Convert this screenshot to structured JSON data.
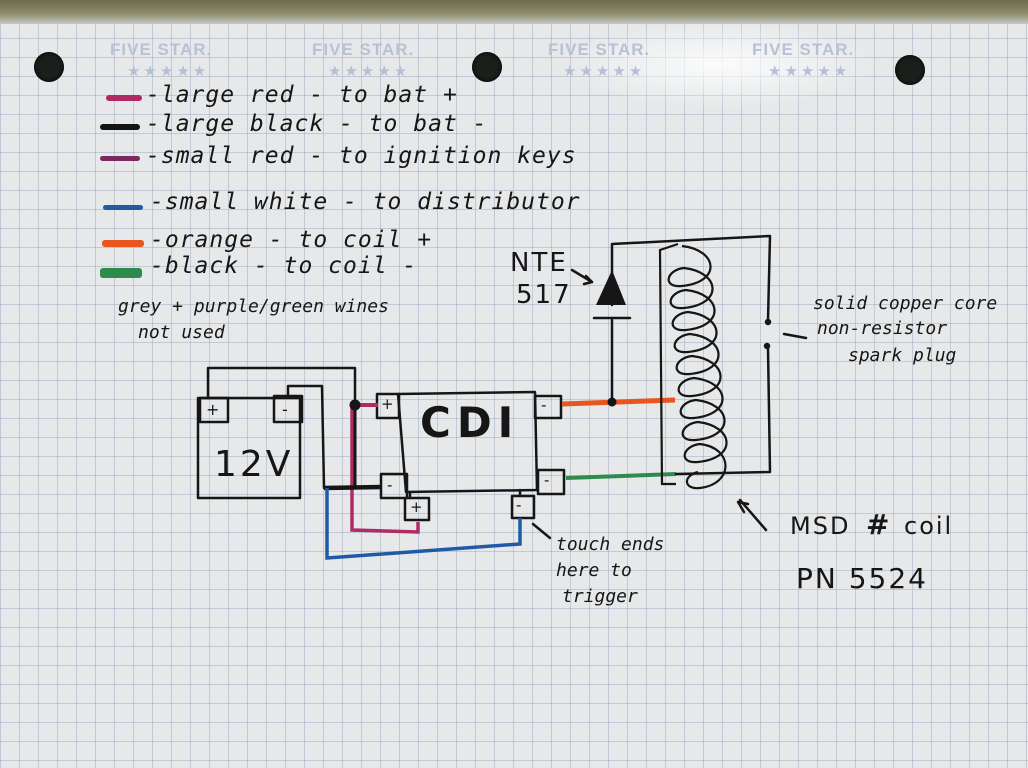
{
  "notebook": {
    "brand": "FIVE STAR.",
    "stars": "★★★★★"
  },
  "legend": [
    {
      "text": "-large red - to bat +",
      "color": "#b02a65"
    },
    {
      "text": "-large black - to bat -",
      "color": "#141414"
    },
    {
      "text": "-small red - to ignition keys",
      "color": "#7a2a60"
    },
    {
      "text": "-small white - to distributor",
      "color": "#1e5aa8"
    },
    {
      "text": "-orange - to coil +",
      "color": "#e8561e"
    },
    {
      "text": "-black - to coil -",
      "color": "#2f8a4e"
    }
  ],
  "unused_note": {
    "line1": "grey + purple/green wines",
    "line2": "not used"
  },
  "battery": {
    "label": "12V",
    "pos": "+",
    "neg": "-"
  },
  "cdi": {
    "label": "CDI",
    "plus1": "+",
    "plus2": "+",
    "minus1": "-",
    "minus2": "-",
    "minus3": "-"
  },
  "diode": {
    "line1": "NTE",
    "line2": "517"
  },
  "spark_plug_note": {
    "line1": "solid copper core",
    "line2": "non-resistor",
    "line3": "spark plug"
  },
  "trigger_note": {
    "line1": "touch ends",
    "line2": "here to",
    "line3": "trigger"
  },
  "coil_note": {
    "line1": "MSD",
    "scribble": "#",
    "line1b": "coil",
    "line2": "PN 5524"
  },
  "colors": {
    "ink": "#161616",
    "red_wire": "#b02a65",
    "blue_wire": "#1e5aa8",
    "orange_wire": "#e8561e",
    "green_wire": "#2f8a4e"
  }
}
